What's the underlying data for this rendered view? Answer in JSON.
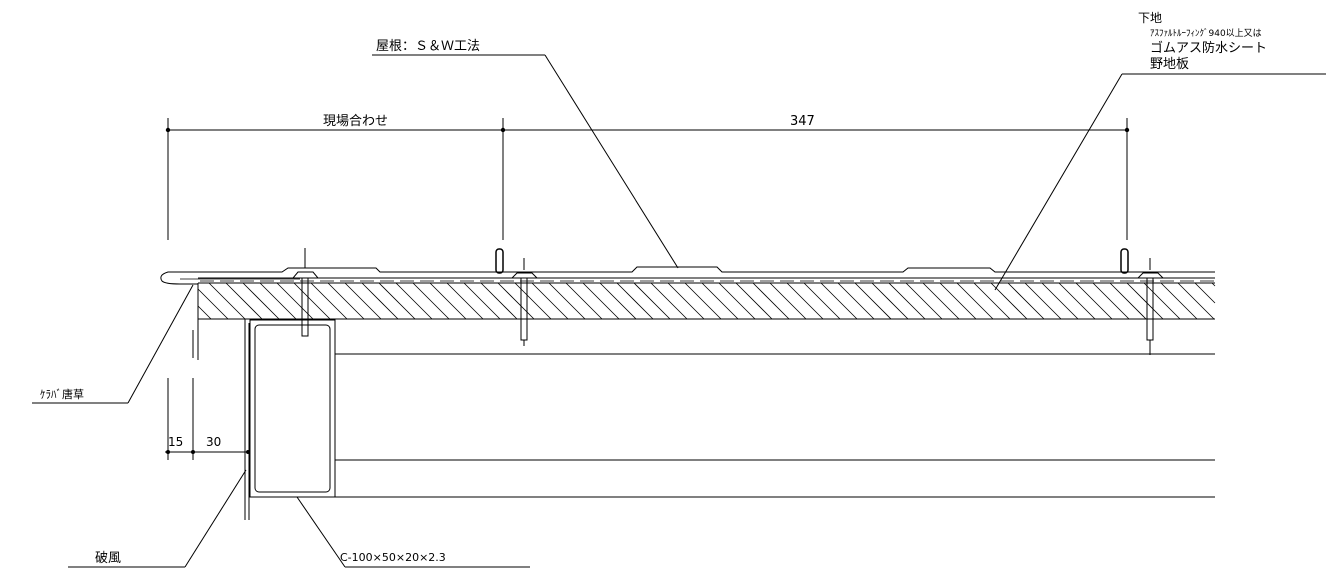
{
  "labels": {
    "roof": "屋根：Ｓ＆Ｗ工法",
    "underlay_title": "下地",
    "underlay_line1": "ｱｽﾌｧﾙﾄﾙｰﾌｨﾝｸﾞ940以上又は",
    "underlay_line2": "ゴムアス防水シート",
    "underlay_line3": "野地板",
    "keraba": "ｹﾗﾊﾞ唐草",
    "hafu": "破風",
    "channel": "C-100×50×20×2.3"
  },
  "dimensions": {
    "site_fit": "現場合わせ",
    "span": "347",
    "d15": "15",
    "d30": "30"
  }
}
